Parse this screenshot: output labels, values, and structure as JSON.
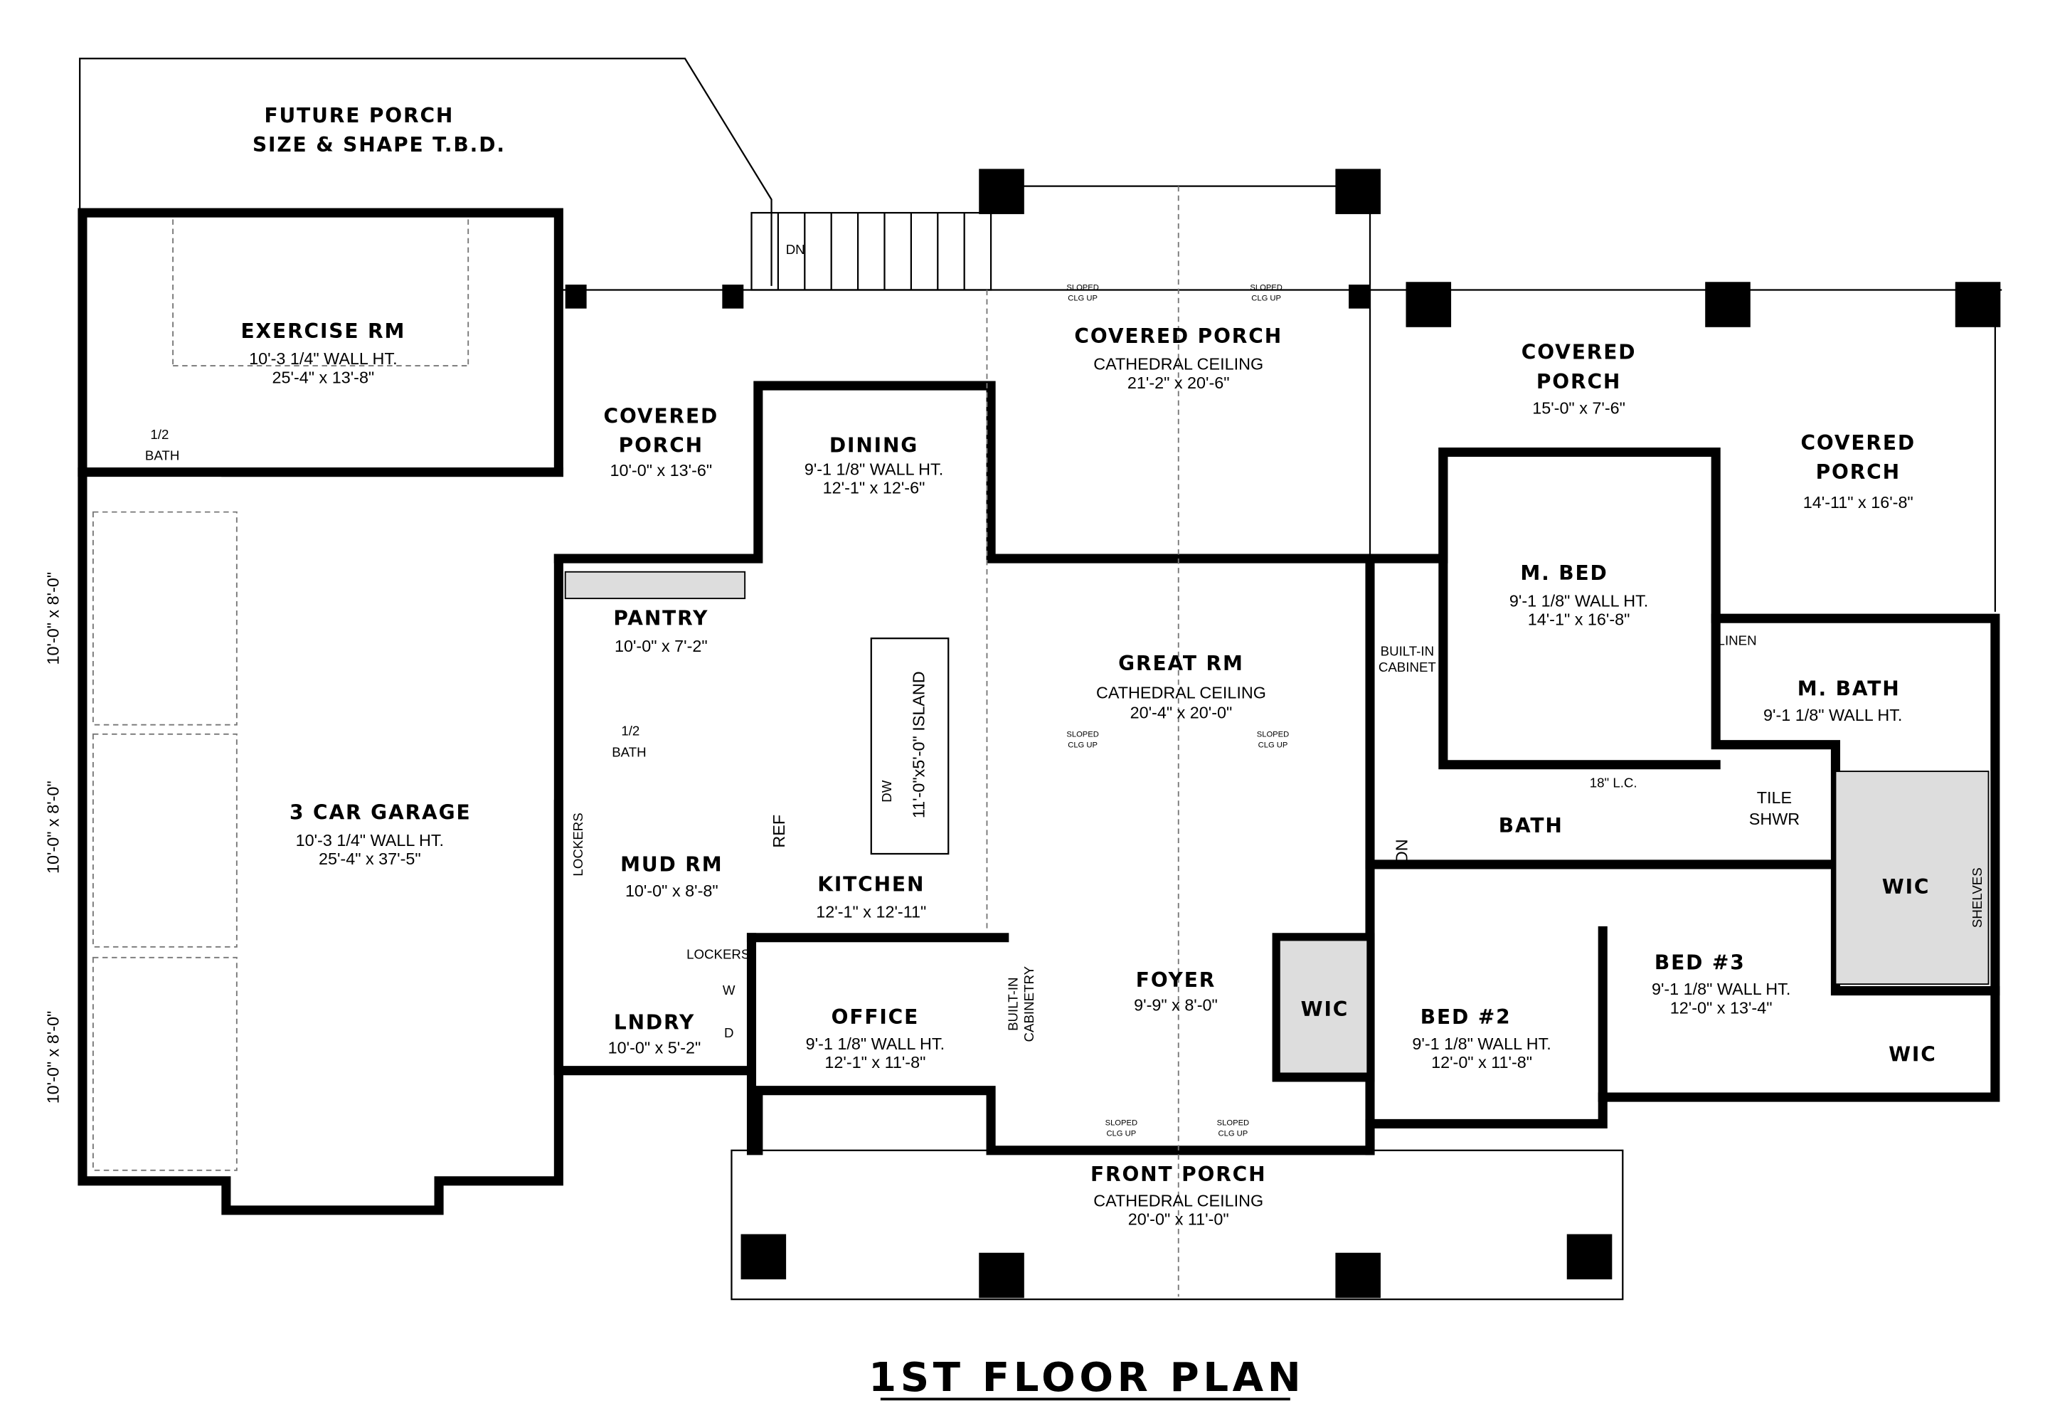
{
  "title": "1ST FLOOR PLAN",
  "rooms": {
    "future_porch": {
      "name": "FUTURE PORCH",
      "line2": "SIZE & SHAPE T.B.D."
    },
    "exercise": {
      "name": "EXERCISE RM",
      "ht": "10'-3 1/4\" WALL HT.",
      "size": "25'-4\" x 13'-8\""
    },
    "half_bath_1": {
      "name": "1/2",
      "line2": "BATH"
    },
    "garage": {
      "name": "3 CAR GARAGE",
      "ht": "10'-3 1/4\" WALL HT.",
      "size": "25'-4\" x 37'-5\"",
      "doors": [
        "10'-0\" x 8'-0\"",
        "10'-0\" x 8'-0\"",
        "10'-0\" x 8'-0\""
      ]
    },
    "covered_porch_left": {
      "name": "COVERED",
      "line2": "PORCH",
      "size": "10'-0\" x 13'-6\""
    },
    "dining": {
      "name": "DINING",
      "ht": "9'-1 1/8\" WALL HT.",
      "size": "12'-1\" x 12'-6\""
    },
    "covered_porch_rear": {
      "name": "COVERED PORCH",
      "ht": "CATHEDRAL CEILING",
      "size": "21'-2\" x 20'-6\""
    },
    "covered_porch_mid": {
      "name": "COVERED",
      "line2": "PORCH",
      "size": "15'-0\" x 7'-6\""
    },
    "covered_porch_right": {
      "name": "COVERED",
      "line2": "PORCH",
      "size": "14'-11\" x 16'-8\""
    },
    "pantry": {
      "name": "PANTRY",
      "size": "10'-0\" x 7'-2\""
    },
    "half_bath_2": {
      "name": "1/2",
      "line2": "BATH"
    },
    "mud": {
      "name": "MUD RM",
      "size": "10'-0\" x 8'-8\""
    },
    "lockers1": "LOCKERS",
    "lockers2": "LOCKERS",
    "laundry": {
      "name": "LNDRY",
      "size": "10'-0\" x 5'-2\"",
      "w": "W",
      "d": "D"
    },
    "kitchen": {
      "name": "KITCHEN",
      "size": "12'-1\" x 12'-11\"",
      "island": "11'-0\"x5'-0\" ISLAND",
      "dw": "DW",
      "ref": "REF"
    },
    "great": {
      "name": "GREAT RM",
      "ht": "CATHEDRAL CEILING",
      "size": "20'-4\" x 20'-0\""
    },
    "builtin_cabinet": {
      "l1": "BUILT-IN",
      "l2": "CABINET"
    },
    "mbed": {
      "name": "M. BED",
      "ht": "9'-1 1/8\" WALL HT.",
      "size": "14'-1\" x 16'-8\""
    },
    "mbath": {
      "name": "M. BATH",
      "ht": "9'-1 1/8\" WALL HT.",
      "linen": "LINEN"
    },
    "shower": {
      "l1": "TILE",
      "l2": "SHWR"
    },
    "bath": {
      "name": "BATH",
      "lc": "18\" L.C."
    },
    "wic1": "WIC",
    "wic2": "WIC",
    "wic3": "WIC",
    "shelves": "SHELVES",
    "stairs_dn": "DN",
    "stairs_dn2": "DN",
    "office": {
      "name": "OFFICE",
      "ht": "9'-1 1/8\" WALL HT.",
      "size": "12'-1\" x 11'-8\""
    },
    "builtin_cabinetry": {
      "l1": "BUILT-IN",
      "l2": "CABINETRY"
    },
    "foyer": {
      "name": "FOYER",
      "size": "9'-9\" x 8'-0\""
    },
    "bed2": {
      "name": "BED #2",
      "ht": "9'-1 1/8\" WALL HT.",
      "size": "12'-0\" x 11'-8\""
    },
    "bed3": {
      "name": "BED #3",
      "ht": "9'-1 1/8\" WALL HT.",
      "size": "12'-0\" x 13'-4\""
    },
    "front_porch": {
      "name": "FRONT PORCH",
      "ht": "CATHEDRAL CEILING",
      "size": "20'-0\" x 11'-0\""
    },
    "sloped": {
      "l1": "SLOPED",
      "l2": "CLG UP"
    }
  }
}
